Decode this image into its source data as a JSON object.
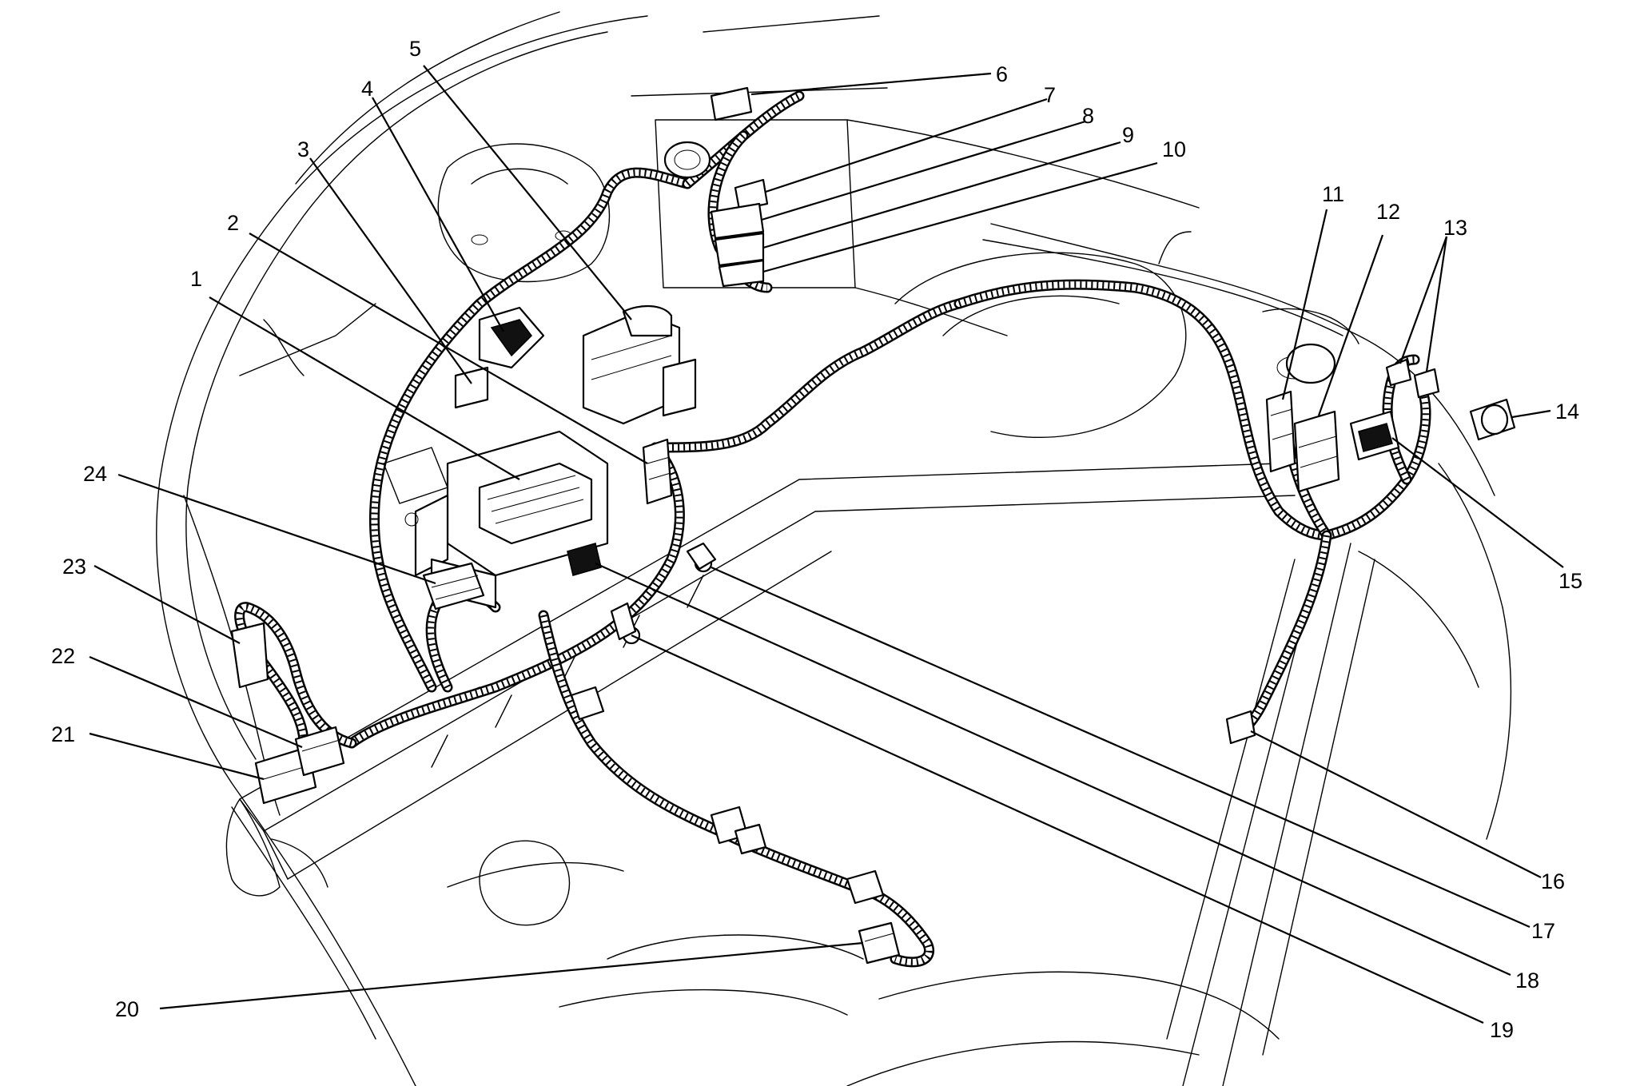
{
  "callouts": [
    {
      "id": "1",
      "label": "1"
    },
    {
      "id": "2",
      "label": "2"
    },
    {
      "id": "3",
      "label": "3"
    },
    {
      "id": "4",
      "label": "4"
    },
    {
      "id": "5",
      "label": "5"
    },
    {
      "id": "6",
      "label": "6"
    },
    {
      "id": "7",
      "label": "7"
    },
    {
      "id": "8",
      "label": "8"
    },
    {
      "id": "9",
      "label": "9"
    },
    {
      "id": "10",
      "label": "10"
    },
    {
      "id": "11",
      "label": "11"
    },
    {
      "id": "12",
      "label": "12"
    },
    {
      "id": "13",
      "label": "13"
    },
    {
      "id": "14",
      "label": "14"
    },
    {
      "id": "15",
      "label": "15"
    },
    {
      "id": "16",
      "label": "16"
    },
    {
      "id": "17",
      "label": "17"
    },
    {
      "id": "18",
      "label": "18"
    },
    {
      "id": "19",
      "label": "19"
    },
    {
      "id": "20",
      "label": "20"
    },
    {
      "id": "21",
      "label": "21"
    },
    {
      "id": "22",
      "label": "22"
    },
    {
      "id": "23",
      "label": "23"
    },
    {
      "id": "24",
      "label": "24"
    }
  ]
}
